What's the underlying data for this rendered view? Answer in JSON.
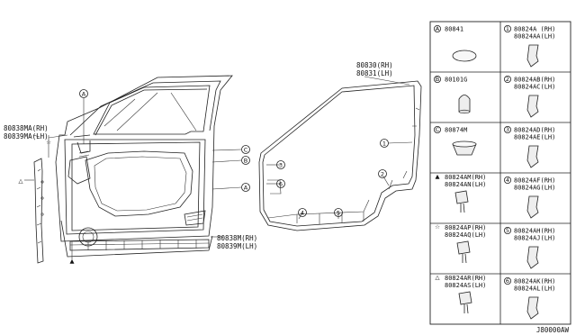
{
  "diagram_code": "J80000AW",
  "door_labels": {
    "seal_main_rh": "80830(RH)",
    "seal_main_lh": "80831(LH)",
    "seal_front_rh": "80838MA(RH)",
    "seal_front_lh": "80839MA(LH)",
    "seal_bottom_rh": "80838M(RH)",
    "seal_bottom_lh": "80839M(LH)"
  },
  "callouts": {
    "A": "A",
    "B": "B",
    "C": "C",
    "n1": "1",
    "n2": "2",
    "n3": "3",
    "n4": "4",
    "n5": "5",
    "n6": "6",
    "tri": "▲",
    "star": "☆",
    "otri": "△"
  },
  "parts_table": {
    "left": [
      {
        "mark": "A",
        "code1": "80841",
        "code2": ""
      },
      {
        "mark": "B",
        "code1": "80101G",
        "code2": ""
      },
      {
        "mark": "C",
        "code1": "80874M",
        "code2": ""
      },
      {
        "mark": "▲",
        "code1": "80824AM(RH)",
        "code2": "80824AN(LH)"
      },
      {
        "mark": "☆",
        "code1": "80824AP(RH)",
        "code2": "80824AQ(LH)"
      },
      {
        "mark": "△",
        "code1": "80824AR(RH)",
        "code2": "80824AS(LH)"
      }
    ],
    "right": [
      {
        "mark": "1",
        "code1": "80824A (RH)",
        "code2": "80824AA(LH)"
      },
      {
        "mark": "2",
        "code1": "80824AB(RH)",
        "code2": "80824AC(LH)"
      },
      {
        "mark": "3",
        "code1": "80824AD(RH)",
        "code2": "80824AE(LH)"
      },
      {
        "mark": "4",
        "code1": "80824AF(RH)",
        "code2": "80824AG(LH)"
      },
      {
        "mark": "5",
        "code1": "80824AH(RH)",
        "code2": "80824AJ(LH)"
      },
      {
        "mark": "6",
        "code1": "80824AK(RH)",
        "code2": "80824AL(LH)"
      }
    ]
  }
}
